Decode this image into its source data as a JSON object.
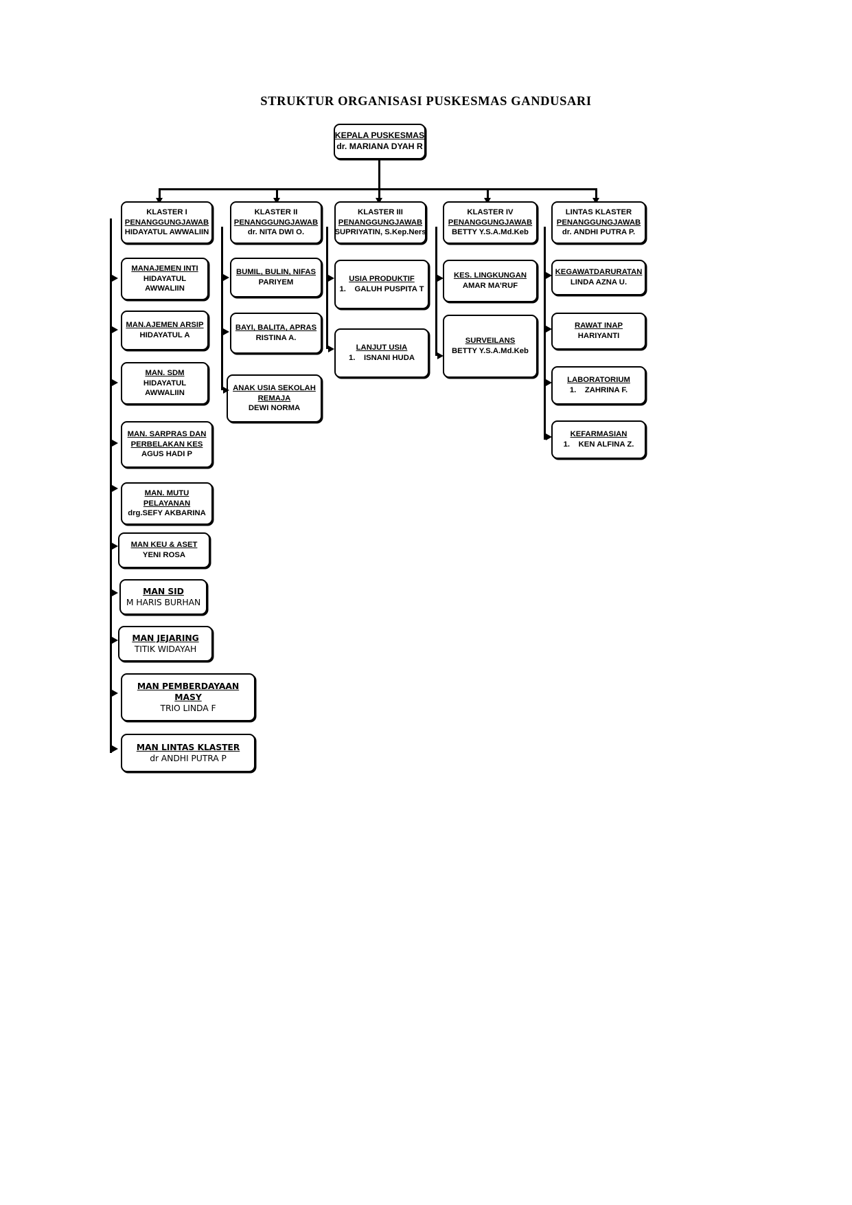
{
  "title": "STRUKTUR ORGANISASI PUSKESMAS GANDUSARI",
  "head": {
    "role": "KEPALA PUSKESMAS",
    "name": "dr. MARIANA DYAH R"
  },
  "columns": [
    {
      "key": "klaster-1",
      "header": {
        "title": "KLASTER I",
        "role": "PENANGGUNGJAWAB",
        "name": "HIDAYATUL AWWALIIN"
      },
      "items": [
        {
          "title": "MANAJEMEN INTI",
          "name": "HIDAYATUL",
          "name2": "AWWALIIN"
        },
        {
          "title": "MAN.AJEMEN ARSIP",
          "name": "HIDAYATUL A"
        },
        {
          "title": "MAN. SDM",
          "name": "HIDAYATUL",
          "name2": "AWWALIIN"
        },
        {
          "title": "MAN. SARPRAS DAN",
          "title2": "PERBELAKAN KES",
          "name": "AGUS HADI P"
        },
        {
          "title": "MAN. MUTU",
          "title2": "PELAYANAN",
          "name": "drg.SEFY AKBARINA"
        },
        {
          "title": "MAN KEU & ASET",
          "name": "YENI ROSA"
        },
        {
          "title": "MAN SID",
          "name": "M HARIS BURHAN"
        },
        {
          "title": "MAN JEJARING",
          "name": "TITIK WIDAYAH"
        },
        {
          "title": "MAN PEMBERDAYAAN",
          "title2": "MASY",
          "name": "TRIO LINDA F"
        },
        {
          "title": "MAN LINTAS KLASTER",
          "name": "dr ANDHI PUTRA P"
        }
      ]
    },
    {
      "key": "klaster-2",
      "header": {
        "title": "KLASTER II",
        "role": "PENANGGUNGJAWAB",
        "name": "dr. NITA DWI O."
      },
      "items": [
        {
          "title": "BUMIL, BULIN, NIFAS",
          "name": "PARIYEM"
        },
        {
          "title": "BAYI, BALITA, APRAS",
          "name": "RISTINA A."
        },
        {
          "title": "ANAK USIA SEKOLAH",
          "title2": "REMAJA",
          "name": "DEWI NORMA"
        }
      ]
    },
    {
      "key": "klaster-3",
      "header": {
        "title": "KLASTER III",
        "role": "PENANGGUNGJAWAB",
        "name": "SUPRIYATIN, S.Kep.Ners"
      },
      "items": [
        {
          "title": "USIA PRODUKTIF",
          "index": "1.",
          "name": "GALUH PUSPITA T"
        },
        {
          "title": "LANJUT USIA",
          "index": "1.",
          "name": "ISNANI HUDA"
        }
      ]
    },
    {
      "key": "klaster-4",
      "header": {
        "title": "KLASTER IV",
        "role": "PENANGGUNGJAWAB",
        "name": "BETTY Y.S.A.Md.Keb"
      },
      "items": [
        {
          "title": "KES. LINGKUNGAN",
          "name": "AMAR MA’RUF"
        },
        {
          "title": "SURVEILANS",
          "name": "BETTY Y.S.A.Md.Keb"
        }
      ]
    },
    {
      "key": "lintas-klaster",
      "header": {
        "title": "LINTAS KLASTER",
        "role": "PENANGGUNGJAWAB",
        "name": "dr. ANDHI PUTRA P."
      },
      "items": [
        {
          "title": "KEGAWATDARURATAN",
          "name": "LINDA AZNA U."
        },
        {
          "title": "RAWAT INAP",
          "name": "HARIYANTI"
        },
        {
          "title": "LABORATORIUM",
          "index": "1.",
          "name": "ZAHRINA F."
        },
        {
          "title": "KEFARMASIAN",
          "index": "1.",
          "name": "KEN ALFINA Z."
        }
      ]
    }
  ]
}
